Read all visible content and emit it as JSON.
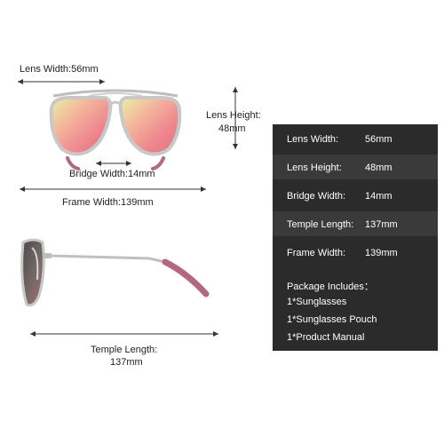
{
  "annotations": {
    "lens_width": "Lens Width:56mm",
    "lens_height_line1": "Lens Height:",
    "lens_height_line2": "48mm",
    "bridge_width": "Bridge Width:14mm",
    "frame_width": "Frame Width:139mm",
    "temple_length_line1": "Temple Length:",
    "temple_length_line2": "137mm"
  },
  "specs": [
    {
      "label": "Lens Width:",
      "value": "56mm"
    },
    {
      "label": "Lens Height:",
      "value": "48mm"
    },
    {
      "label": "Bridge Width:",
      "value": "14mm"
    },
    {
      "label": "Temple Length:",
      "value": "137mm"
    },
    {
      "label": "Frame Width:",
      "value": "139mm"
    }
  ],
  "package": {
    "title": "Package Includes：",
    "items": [
      "1*Sunglasses",
      "1*Sunglasses Pouch",
      "1*Product Manual"
    ]
  },
  "colors": {
    "panel_bg": "#2b2b2b",
    "panel_alt_row": "#3a3a3a",
    "frame_silver": "#c8c8c8",
    "temple_tip": "#b5687c",
    "arrow_line": "#333333"
  }
}
